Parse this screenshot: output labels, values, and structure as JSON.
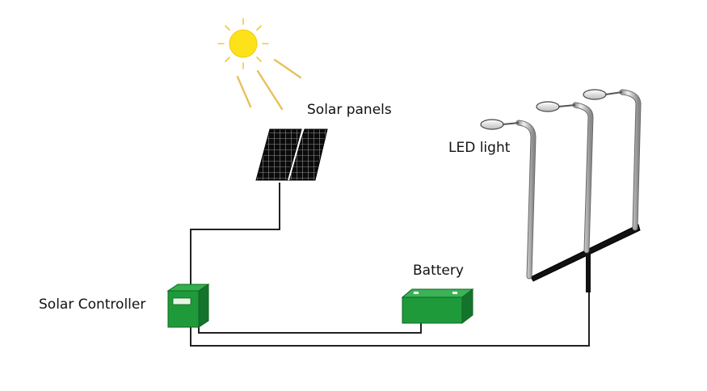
{
  "labels": {
    "solar_panels": "Solar panels",
    "led_light": "LED light",
    "battery": "Battery",
    "solar_controller": "Solar Controller"
  },
  "colors": {
    "sun": "#fde21a",
    "sun_ray": "#e8c46a",
    "panel": "#0b0b0b",
    "panel_grid": "#9a9a9a",
    "wire": "#222222",
    "device_green": "#1f9a3a",
    "device_green_dark": "#14722a",
    "pole": "#e4e4e4",
    "pole_edge": "#6a6a6a"
  }
}
